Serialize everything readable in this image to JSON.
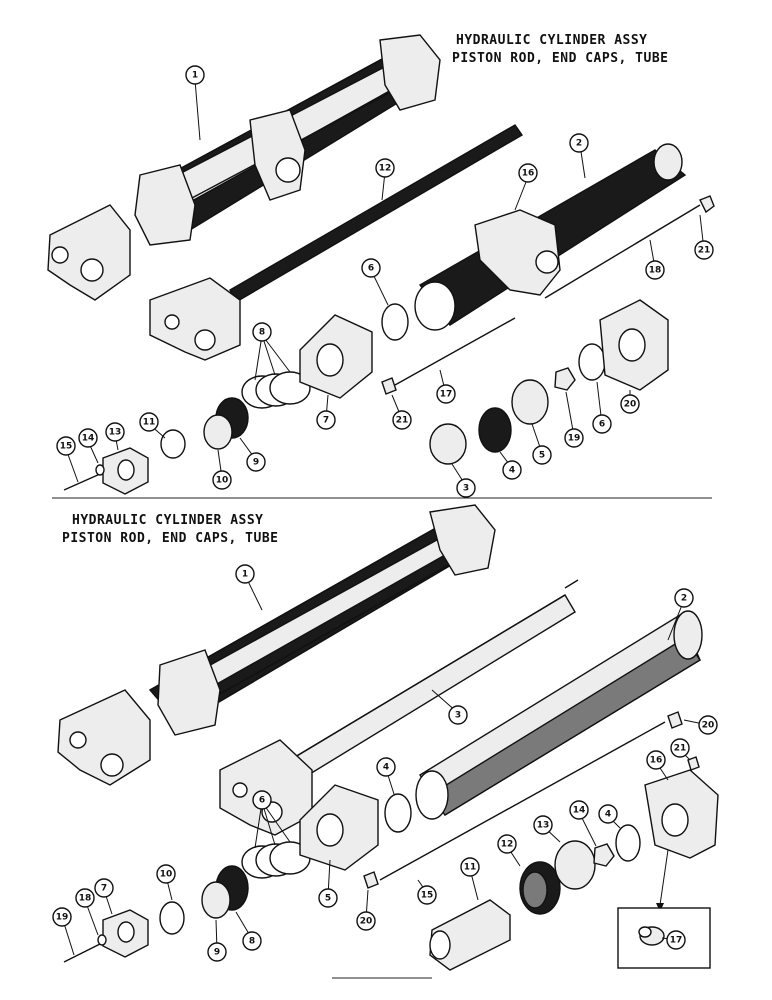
{
  "diagram_top": {
    "title_line1": "HYDRAULIC CYLINDER ASSY",
    "title_line2": "PISTON ROD, END CAPS, TUBE",
    "callouts": [
      "1",
      "12",
      "2",
      "16",
      "21",
      "18",
      "6",
      "8",
      "17",
      "20",
      "7",
      "21",
      "6",
      "11",
      "13",
      "15",
      "14",
      "9",
      "10",
      "19",
      "5",
      "4",
      "3"
    ]
  },
  "diagram_bottom": {
    "title_line1": "HYDRAULIC CYLINDER ASSY",
    "title_line2": "PISTON ROD, END CAPS, TUBE",
    "callouts": [
      "1",
      "2",
      "3",
      "4",
      "20",
      "21",
      "16",
      "6",
      "5",
      "10",
      "7",
      "18",
      "19",
      "9",
      "8",
      "11",
      "12",
      "13",
      "14",
      "4",
      "15",
      "20",
      "17"
    ]
  },
  "icons": {
    "callout": "numbered-circle-callout",
    "part": "exploded-view-part"
  }
}
